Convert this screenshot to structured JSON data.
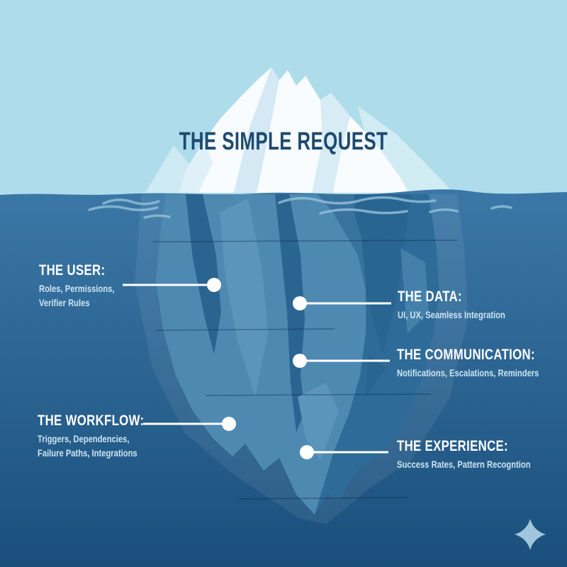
{
  "palette": {
    "sky": "#aedceb",
    "water-top": "#3b77a6",
    "water-bottom": "#1a4f7c",
    "iceberg-white": "#f8fcfe",
    "iceberg-facet-light": "#cfe7f3",
    "berg-light": "#4e89b2",
    "berg-mid": "#2e6b98",
    "berg-dark": "#27618c",
    "berg-highlight": "#5c95bc",
    "wave": "#8fbdd9",
    "title": "#1d4a70",
    "label-heading": "#ffffff",
    "label-sub": "#cde4f1",
    "sparkle": "#9fc6dd"
  },
  "title": "THE SIMPLE REQUEST",
  "callouts": [
    {
      "id": "user",
      "side": "left",
      "heading": "THE USER:",
      "lines": [
        "Roles, Permissions,",
        "Verifier Rules"
      ]
    },
    {
      "id": "data",
      "side": "right",
      "heading": "THE DATA:",
      "lines": [
        "UI, UX, Seamless Integration"
      ]
    },
    {
      "id": "communication",
      "side": "right",
      "heading": "THE COMMUNICATION:",
      "lines": [
        "Notifications, Escalations, Reminders"
      ]
    },
    {
      "id": "workflow",
      "side": "left",
      "heading": "THE WORKFLOW:",
      "lines": [
        "Triggers, Dependencies,",
        "Failure Paths, Integrations"
      ]
    },
    {
      "id": "experience",
      "side": "right",
      "heading": "THE EXPERIENCE:",
      "lines": [
        "Success Rates, Pattern Recogntion"
      ]
    }
  ],
  "icons": {
    "sparkle": "four-pointed-star"
  }
}
